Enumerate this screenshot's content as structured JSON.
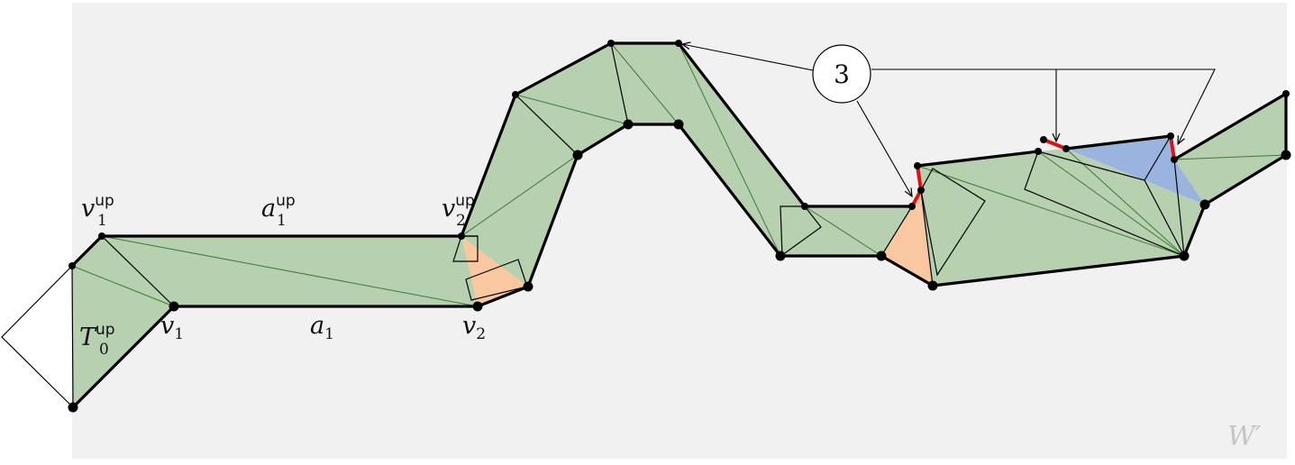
{
  "diagram": {
    "region_label": "W′",
    "callout_number": "3",
    "labels": {
      "v1_up": {
        "base": "v",
        "sub": "1",
        "sup": "up"
      },
      "a1_up": {
        "base": "a",
        "sub": "1",
        "sup": "up"
      },
      "v2_up": {
        "base": "v",
        "sub": "2",
        "sup": "up"
      },
      "T0_up": {
        "base": "T",
        "sub": "0",
        "sup": "up"
      },
      "v1": {
        "base": "v",
        "sub": "1"
      },
      "a1": {
        "base": "a",
        "sub": "1"
      },
      "v2": {
        "base": "v",
        "sub": "2"
      }
    },
    "colors": {
      "background": "#f1f1f1",
      "fill_green": "#b7d0b0",
      "diagonal_green": "#3e7a35",
      "fill_orange": "#f9c8a0",
      "fill_blue": "#9ab3df",
      "highlight_red": "#e01010",
      "outline": "#000000"
    }
  }
}
